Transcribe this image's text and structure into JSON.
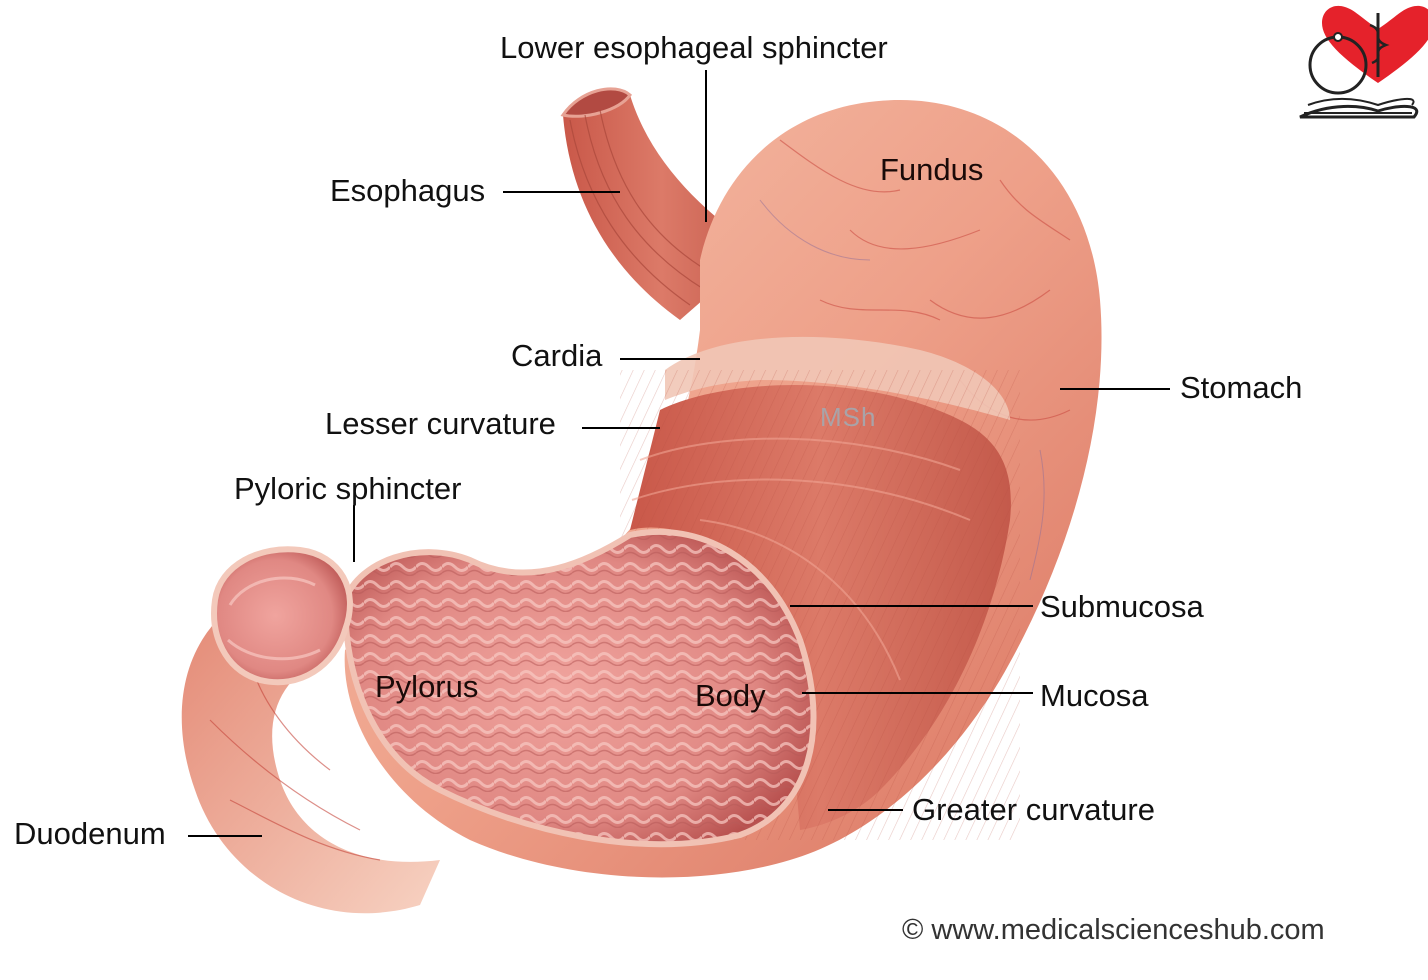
{
  "labels": {
    "lower_esophageal_sphincter": "Lower esophageal sphincter",
    "esophagus": "Esophagus",
    "fundus": "Fundus",
    "cardia": "Cardia",
    "stomach": "Stomach",
    "lesser_curvature": "Lesser curvature",
    "pyloric_sphincter": "Pyloric sphincter",
    "submucosa": "Submucosa",
    "pylorus": "Pylorus",
    "body": "Body",
    "mucosa": "Mucosa",
    "greater_curvature": "Greater curvature",
    "duodenum": "Duodenum"
  },
  "watermark": "MSh",
  "copyright": "© www.medicalscienceshub.com",
  "logo": {
    "icon": "heart-stethoscope-book-icon",
    "heart_color": "#e5222b",
    "line_color": "#222222"
  },
  "colors": {
    "serosa": "#e9957f",
    "muscle": "#cf6a5b",
    "mucosa": "#d8787a",
    "leader": "#000000"
  }
}
